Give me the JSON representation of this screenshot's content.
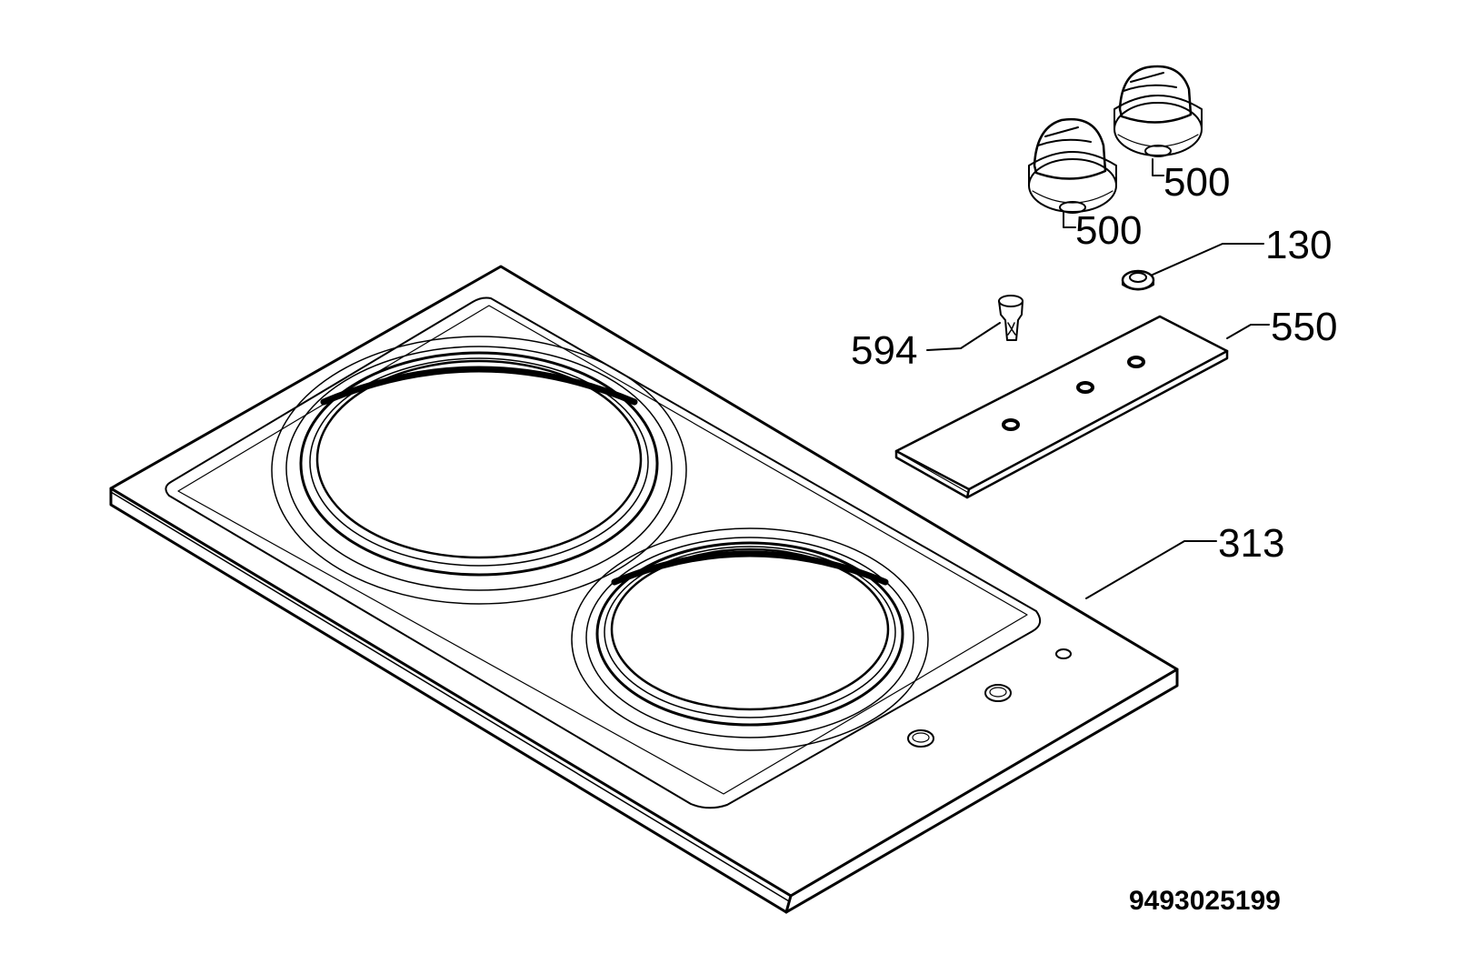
{
  "diagram": {
    "labels": {
      "knob_left": "500",
      "knob_right": "500",
      "washer": "130",
      "trim_strip": "550",
      "clip": "594",
      "hob_panel": "313"
    },
    "drawing_number": "9493025199"
  }
}
